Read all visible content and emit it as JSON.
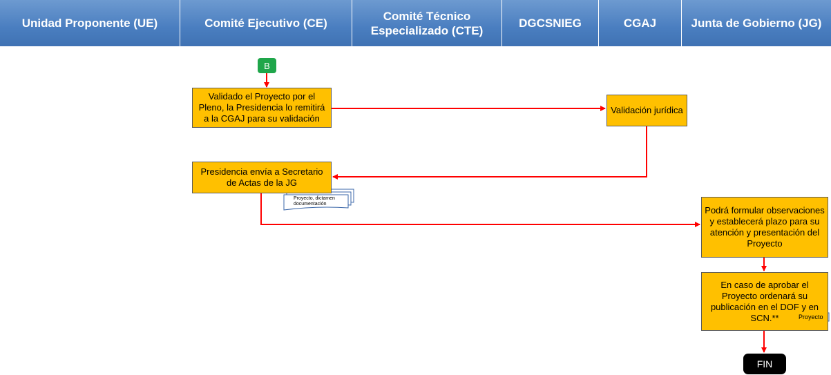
{
  "lanes": [
    "Unidad Proponente  (UE)",
    "Comité  Ejecutivo (CE)",
    "Comité Técnico Especializado (CTE)",
    "DGCSNIEG",
    "CGAJ",
    "Junta de Gobierno (JG)"
  ],
  "connector_start": "B",
  "steps": {
    "validado": "Validado el Proyecto por el Pleno, la Presidencia lo remitirá a la CGAJ para su validación",
    "validacion": "Validación jurídica",
    "presidencia": "Presidencia envía a Secretario de Actas de la JG",
    "observaciones": "Podrá formular observaciones y establecerá plazo para su atención y presentación del Proyecto",
    "aprobar": "En caso de aprobar el Proyecto ordenará su publicación en el DOF y en SCN.**"
  },
  "documents": {
    "doc1": "Proyecto, dictamen documentación",
    "doc2": "Proyecto"
  },
  "end_label": "FIN",
  "colors": {
    "header": "#4a7ec0",
    "process_box": "#ffc000",
    "arrow": "#ff0000",
    "start_connector": "#1fa64a",
    "end": "#000000"
  }
}
